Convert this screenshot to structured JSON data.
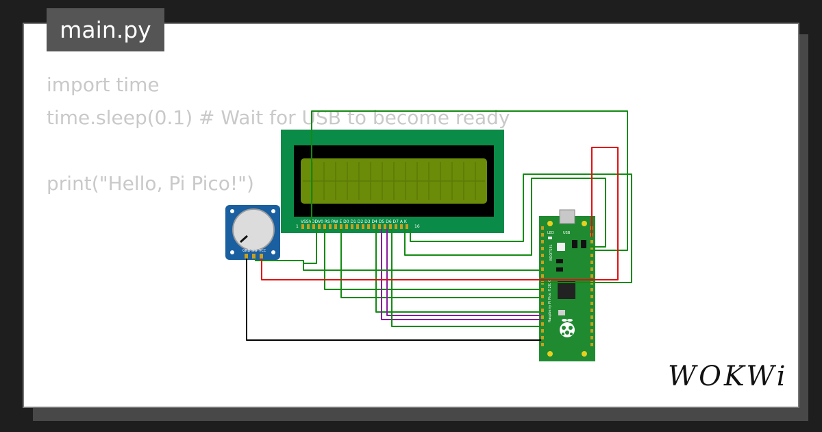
{
  "file_tab": {
    "name": "main.py"
  },
  "code": {
    "lines": [
      "import time",
      "time.sleep(0.1) # Wait for USB to become ready",
      "",
      "print(\"Hello, Pi Pico!\")"
    ]
  },
  "lcd": {
    "pin_labels": "VSSVDDV0 RS RW E  D0 D1 D2 D3 D4 D5 D6 D7 A  K",
    "pin_first": "1",
    "pin_last": "16"
  },
  "potentiometer": {
    "pin_labels": [
      "GND",
      "SIG",
      "VCC"
    ]
  },
  "pico": {
    "usb_label": "USB",
    "led_label": "LED",
    "bootsel_label": "BOOTSEL",
    "board_label": "Raspberry Pi Pico ©2020"
  },
  "brand": {
    "name": "WOKWi"
  },
  "colors": {
    "background": "#1e1e1e",
    "card": "#ffffff",
    "tab": "#555555",
    "code_text": "#c9c9c9",
    "lcd_board": "#0a8b47",
    "lcd_screen": "#6a8c09",
    "pico_board": "#1f8a30",
    "pot_board": "#1a5fa0",
    "wire_green": "#128a12",
    "wire_red": "#e01010",
    "wire_black": "#000000",
    "wire_purple": "#8a1aa0"
  }
}
